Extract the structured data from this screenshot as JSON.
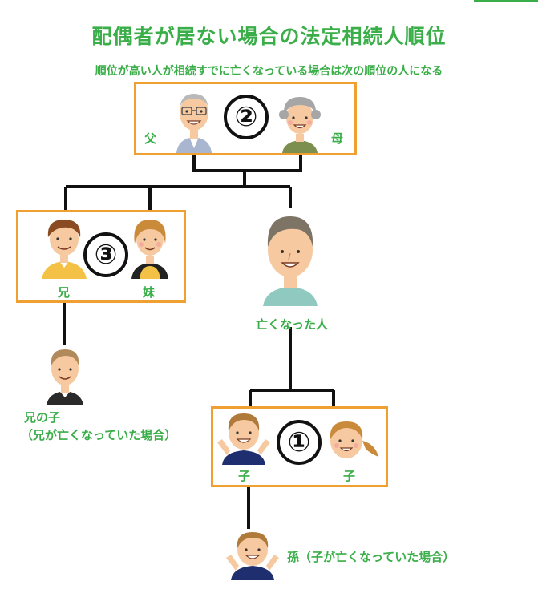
{
  "title": "配偶者が居ない場合の法定相続人順位",
  "subtitle": "順位が高い人が相続すでに亡くなっている場合は次の順位の人になる",
  "ranks": {
    "first": "①",
    "second": "②",
    "third": "③"
  },
  "labels": {
    "father": "父",
    "mother": "母",
    "older_brother": "兄",
    "younger_sister": "妹",
    "deceased": "亡くなった人",
    "nephew_line1": "兄の子",
    "nephew_line2": "（兄が亡くなっていた場合）",
    "child_left": "子",
    "child_right": "子",
    "grandchild": "孫（子が亡くなっていた場合）"
  },
  "colors": {
    "accent_green": "#3aae48",
    "box_orange": "#f0a030",
    "line_black": "#111111"
  }
}
